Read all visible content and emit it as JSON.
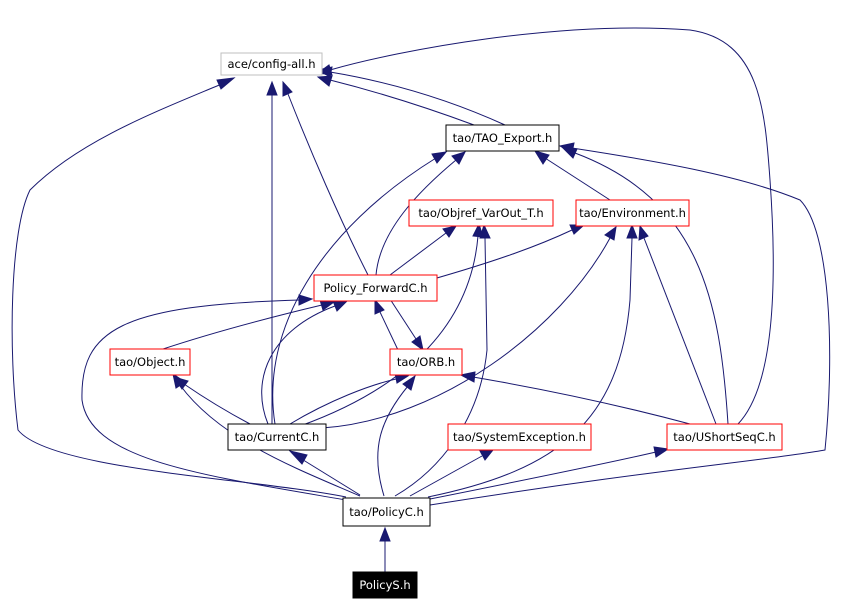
{
  "graph": {
    "title": "",
    "colors": {
      "edge": "#191970",
      "border_red": "#ff0000",
      "border_gray": "#bfbfbf",
      "border_black": "#000000",
      "focus_fill": "#000000"
    },
    "nodes": [
      {
        "id": "config_all",
        "label": "ace/config-all.h",
        "border": "gray"
      },
      {
        "id": "tao_export",
        "label": "tao/TAO_Export.h",
        "border": "black"
      },
      {
        "id": "objref_varout",
        "label": "tao/Objref_VarOut_T.h",
        "border": "red"
      },
      {
        "id": "environment",
        "label": "tao/Environment.h",
        "border": "red"
      },
      {
        "id": "policy_forward",
        "label": "Policy_ForwardC.h",
        "border": "red"
      },
      {
        "id": "object",
        "label": "tao/Object.h",
        "border": "red"
      },
      {
        "id": "orb",
        "label": "tao/ORB.h",
        "border": "red"
      },
      {
        "id": "currentc",
        "label": "tao/CurrentC.h",
        "border": "black"
      },
      {
        "id": "sysexc",
        "label": "tao/SystemException.h",
        "border": "red"
      },
      {
        "id": "ushortseq",
        "label": "tao/UShortSeqC.h",
        "border": "red"
      },
      {
        "id": "policyc",
        "label": "tao/PolicyC.h",
        "border": "black"
      },
      {
        "id": "policys",
        "label": "PolicyS.h",
        "border": "focus"
      }
    ]
  }
}
